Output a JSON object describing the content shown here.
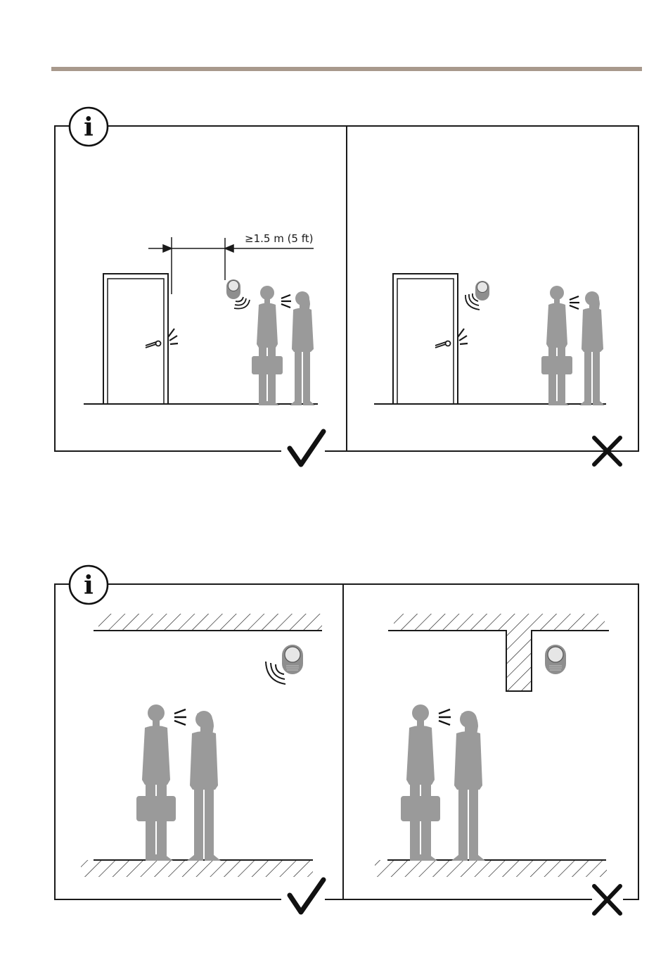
{
  "colors": {
    "header_rule": "#a8998c",
    "frame": "#1a1a1a",
    "person": "#9a9a9a",
    "device_body": "#8e8e8e",
    "device_face": "#e6e6e6"
  },
  "figure1": {
    "info_glyph": "i",
    "dimension_label": "≥1.5 m (5 ft)",
    "left_panel": {
      "verdict_icon": "check-mark-icon"
    },
    "right_panel": {
      "verdict_icon": "cross-mark-icon"
    }
  },
  "figure2": {
    "info_glyph": "i",
    "left_panel": {
      "verdict_icon": "check-mark-icon"
    },
    "right_panel": {
      "verdict_icon": "cross-mark-icon"
    }
  }
}
